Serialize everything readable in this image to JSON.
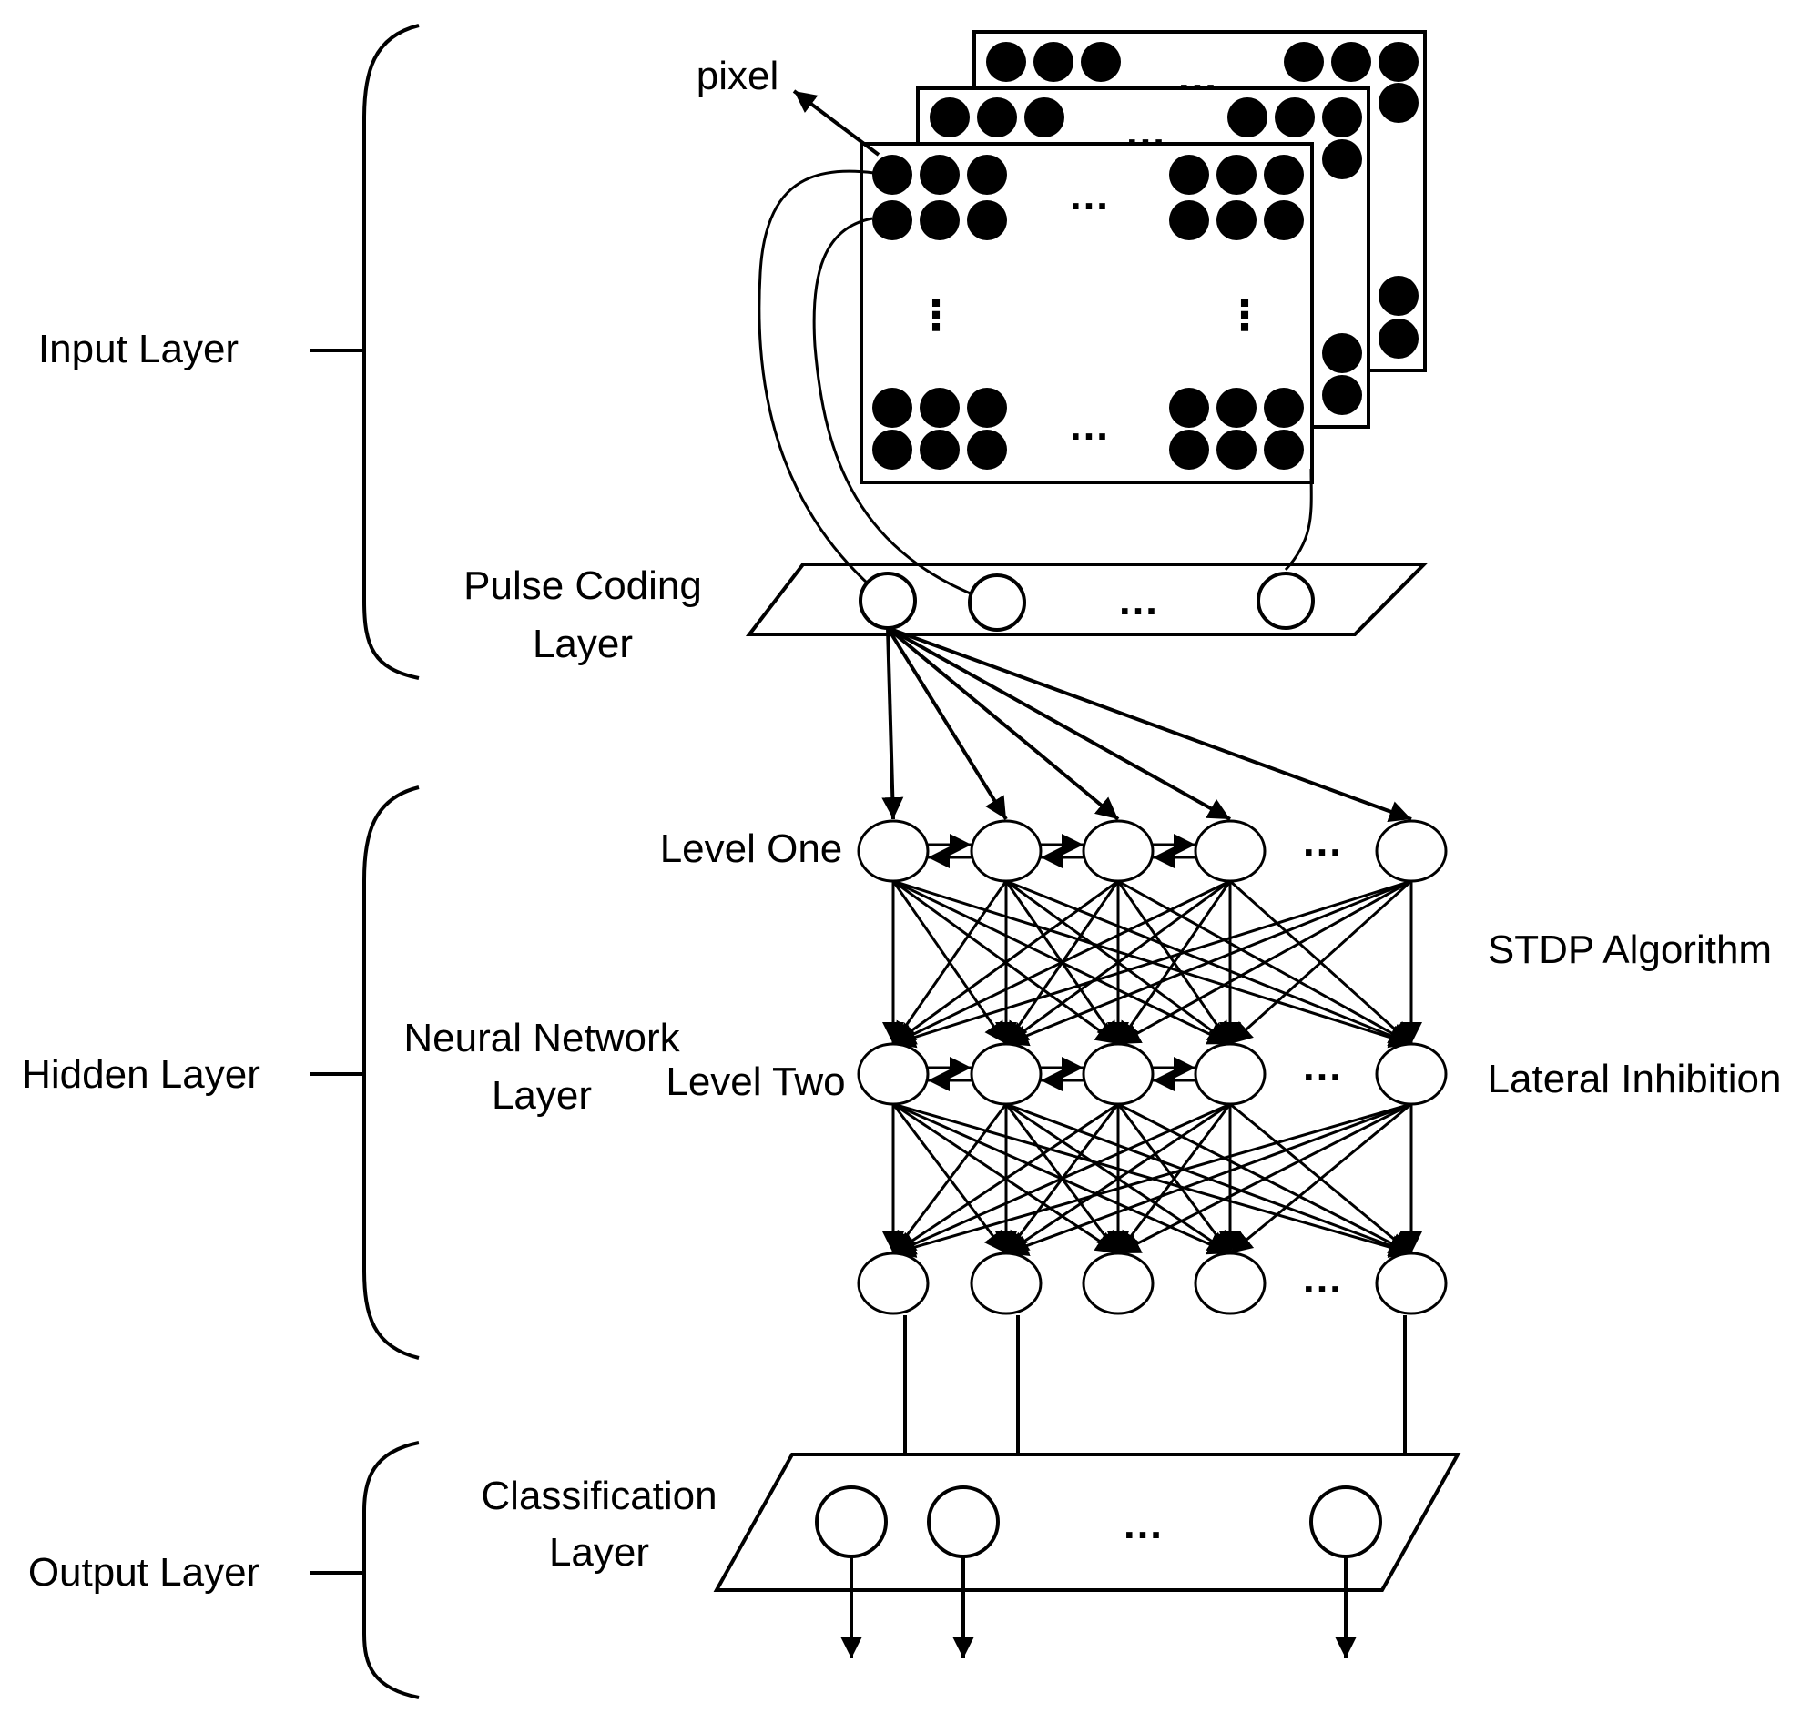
{
  "labels": {
    "input_layer": "Input Layer",
    "hidden_layer": "Hidden Layer",
    "output_layer": "Output Layer",
    "pixel": "pixel",
    "pulse_coding_line1": "Pulse Coding",
    "pulse_coding_line2": "Layer",
    "neural_network_line1": "Neural Network",
    "neural_network_line2": "Layer",
    "level_one": "Level One",
    "level_two": "Level Two",
    "stdp": "STDP Algorithm",
    "lateral_inhibition": "Lateral Inhibition",
    "classification_line1": "Classification",
    "classification_line2": "Layer",
    "ellipsis": "…",
    "vertical_ellipsis": "⋮"
  },
  "colors": {
    "stroke": "#000000",
    "fill": "#ffffff",
    "pixel_fill": "#000000"
  }
}
